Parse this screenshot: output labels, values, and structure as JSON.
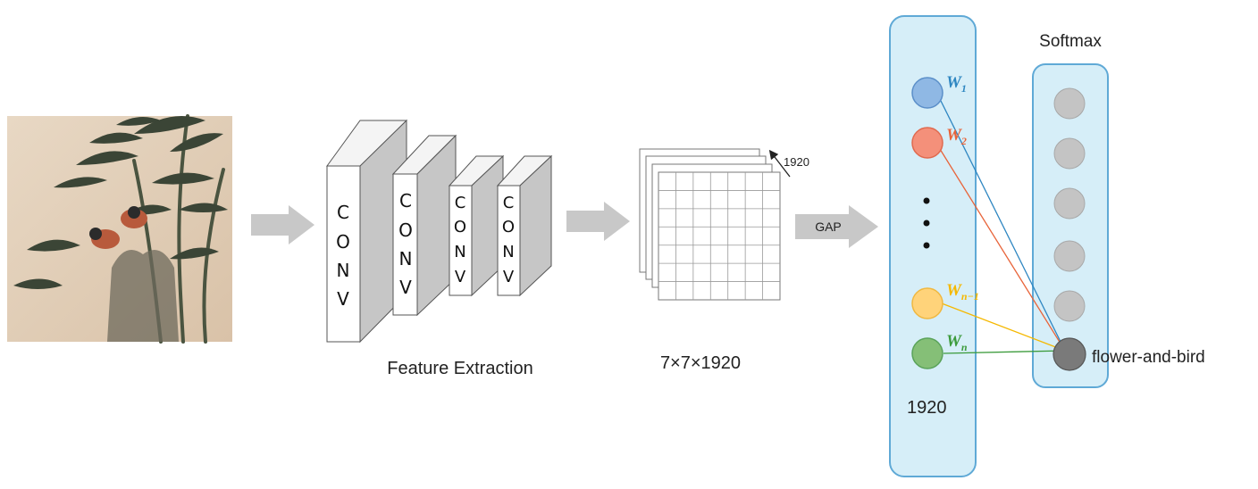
{
  "labels": {
    "feature_extraction": "Feature Extraction",
    "feature_map_size": "7×7×1920",
    "channels": "1920",
    "gap": "GAP",
    "units": "1920",
    "softmax": "Softmax",
    "class_output": "flower-and-bird",
    "ellipsis": "⋮"
  },
  "conv_blocks": [
    {
      "letters": [
        "C",
        "O",
        "N",
        "V"
      ]
    },
    {
      "letters": [
        "C",
        "O",
        "N",
        "V"
      ]
    },
    {
      "letters": [
        "C",
        "O",
        "N",
        "V"
      ]
    },
    {
      "letters": [
        "C",
        "O",
        "N",
        "V"
      ]
    }
  ],
  "weights": [
    {
      "base": "W",
      "sub": "1",
      "color": "#2e86c1",
      "node_fill": "#8fb8e4",
      "node_stroke": "#5b8fc9"
    },
    {
      "base": "W",
      "sub": "2",
      "color": "#e8643a",
      "node_fill": "#f4907a",
      "node_stroke": "#e06a4f"
    },
    {
      "base": "W",
      "sub": "n−1",
      "color": "#f5b800",
      "node_fill": "#ffd37a",
      "node_stroke": "#f0b840"
    },
    {
      "base": "W",
      "sub": "n",
      "color": "#3c9b3c",
      "node_fill": "#85bf77",
      "node_stroke": "#5aa35a"
    }
  ],
  "softmax_nodes": 6,
  "colors": {
    "panel_fill": "#d6eef8",
    "panel_stroke": "#5fa9d6",
    "arrow_fill": "#c8c8c8",
    "node_gray": "#c4c4c4",
    "node_dark": "#7a7a7a"
  },
  "image_description_icon": "flower-and-bird-painting"
}
